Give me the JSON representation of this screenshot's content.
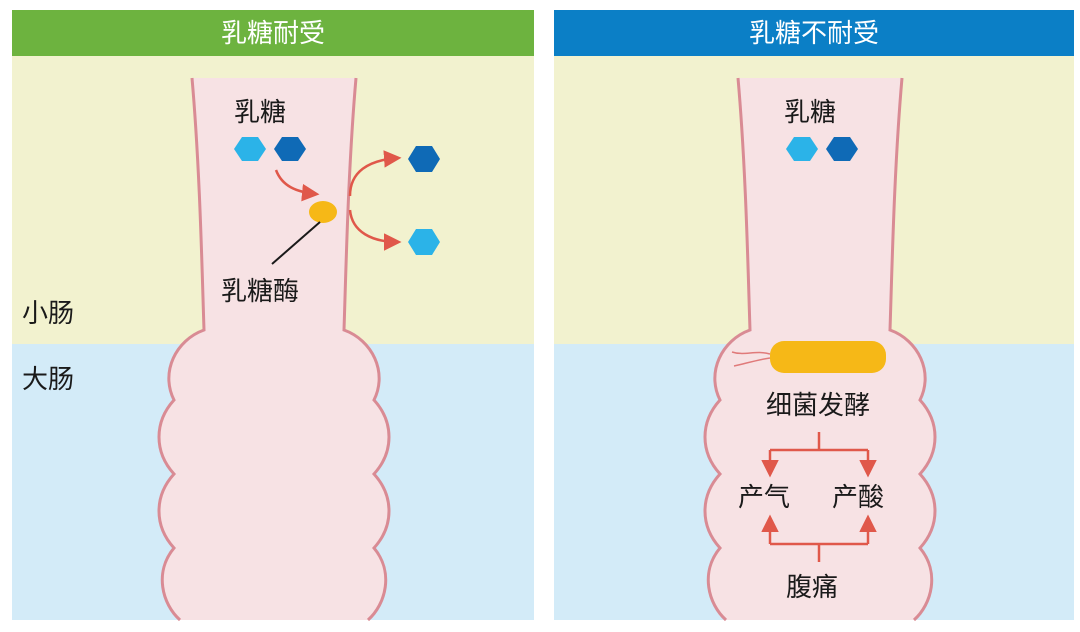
{
  "colors": {
    "tolerant_header": "#6db33f",
    "intolerant_header": "#0b7fc6",
    "small_intestine_bg": "#f2f2cf",
    "large_intestine_bg": "#d3ebf8",
    "intestine_fill": "#f7e2e4",
    "intestine_wall": "#d98b94",
    "glucose_light": "#2bb3e8",
    "galactose_dark": "#0f6ab6",
    "enzyme": "#f6b817",
    "arrow": "#e0584a"
  },
  "left_panel": {
    "header": "乳糖耐受",
    "lactose_label": "乳糖",
    "enzyme_label": "乳糖酶",
    "small_intestine_label": "小肠",
    "large_intestine_label": "大肠"
  },
  "right_panel": {
    "header": "乳糖不耐受",
    "lactose_label": "乳糖",
    "fermentation_label": "细菌发酵",
    "gas_label": "产气",
    "acid_label": "产酸",
    "pain_label": "腹痛"
  }
}
